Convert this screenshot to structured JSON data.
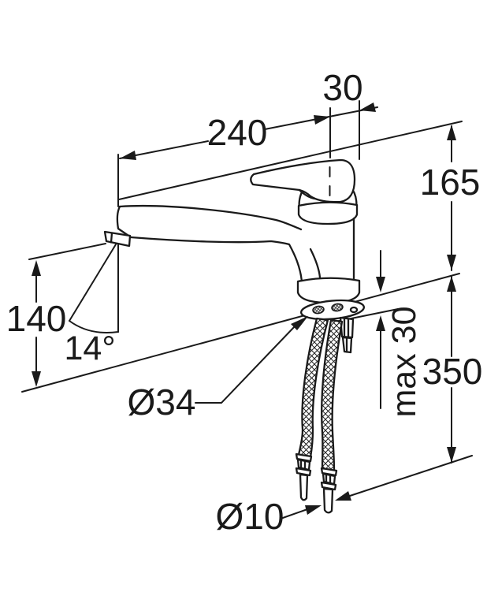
{
  "drawing": {
    "title": "faucet-installation-dimension-drawing",
    "subject": "single-lever basin mixer with flexible supply hoses, side view",
    "background_color": "#ffffff",
    "line_color": "#1a1a1a",
    "dimensions": {
      "handle_offset": "30",
      "spout_reach": "240",
      "height_above_deck": "165",
      "spout_outlet_height": "140",
      "spray_angle": "14°",
      "deck_hole_diameter": "Ø34",
      "max_deck_thickness": "max 30",
      "hose_length_below_deck": "350",
      "connector_pipe_diameter": "Ø10"
    }
  }
}
